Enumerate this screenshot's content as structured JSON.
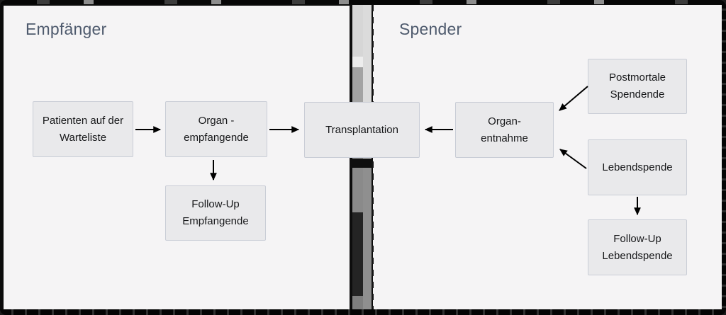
{
  "diagram": {
    "left_panel": {
      "title": "Empfänger",
      "nodes": {
        "warteliste": {
          "line1": "Patienten auf der",
          "line2": "Warteliste"
        },
        "organ_empfangende": {
          "line1": "Organ -",
          "line2": "empfangende"
        },
        "followup_empfangende": {
          "line1": "Follow-Up",
          "line2": "Empfangende"
        }
      }
    },
    "center": {
      "transplantation": {
        "line1": "Transplantation"
      }
    },
    "right_panel": {
      "title": "Spender",
      "nodes": {
        "postmortale": {
          "line1": "Postmortale",
          "line2": "Spendende"
        },
        "organ_entnahme": {
          "line1": "Organ-",
          "line2": "entnahme"
        },
        "lebendspende": {
          "line1": "Lebendspende"
        },
        "followup_lebendspende": {
          "line1": "Follow-Up",
          "line2": "Lebendspende"
        }
      }
    },
    "edges": [
      {
        "from": "Patienten auf der Warteliste",
        "to": "Organ - empfangende"
      },
      {
        "from": "Organ - empfangende",
        "to": "Transplantation"
      },
      {
        "from": "Organ - empfangende",
        "to": "Follow-Up Empfangende"
      },
      {
        "from": "Organ-entnahme",
        "to": "Transplantation"
      },
      {
        "from": "Postmortale Spendende",
        "to": "Organ-entnahme"
      },
      {
        "from": "Lebendspende",
        "to": "Organ-entnahme"
      },
      {
        "from": "Lebendspende",
        "to": "Follow-Up Lebendspende"
      }
    ],
    "colors": {
      "panel_bg": "#f5f4f5",
      "node_bg": "#e9e9eb",
      "node_border": "#c9cdd6",
      "node_text": "#17181a",
      "title_text": "#4e5a6d",
      "arrow": "#000000",
      "frame": "#0b0b0b"
    }
  }
}
